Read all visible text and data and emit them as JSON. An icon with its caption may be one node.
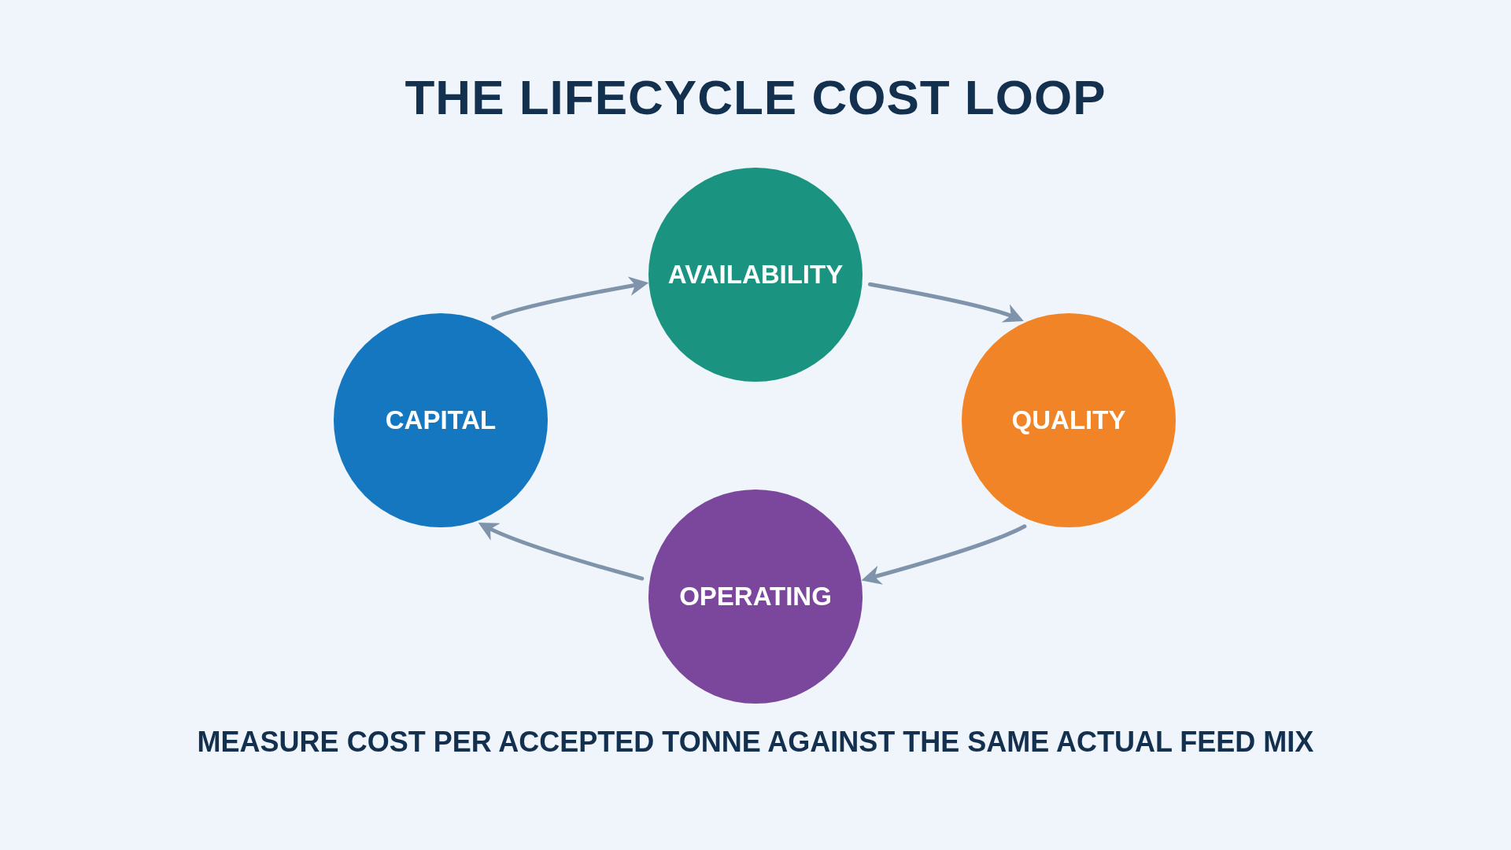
{
  "diagram": {
    "title": "THE LIFECYCLE COST LOOP",
    "caption": "MEASURE COST PER ACCEPTED TONNE AGAINST THE SAME ACTUAL FEED MIX",
    "nodes": [
      {
        "text": [
          "AVAILABILITY"
        ]
      },
      {
        "text": [
          "CAPITAL"
        ]
      },
      {
        "text": [
          "QUALITY"
        ]
      },
      {
        "text": [
          "OPERATING"
        ]
      }
    ],
    "edges": [
      {
        "from": 1,
        "to": 0,
        "arrow": "to"
      },
      {
        "from": 0,
        "to": 2,
        "arrow": "to"
      },
      {
        "from": 2,
        "to": 3,
        "arrow": "to"
      },
      {
        "from": 3,
        "to": 1,
        "arrow": "to"
      }
    ]
  }
}
